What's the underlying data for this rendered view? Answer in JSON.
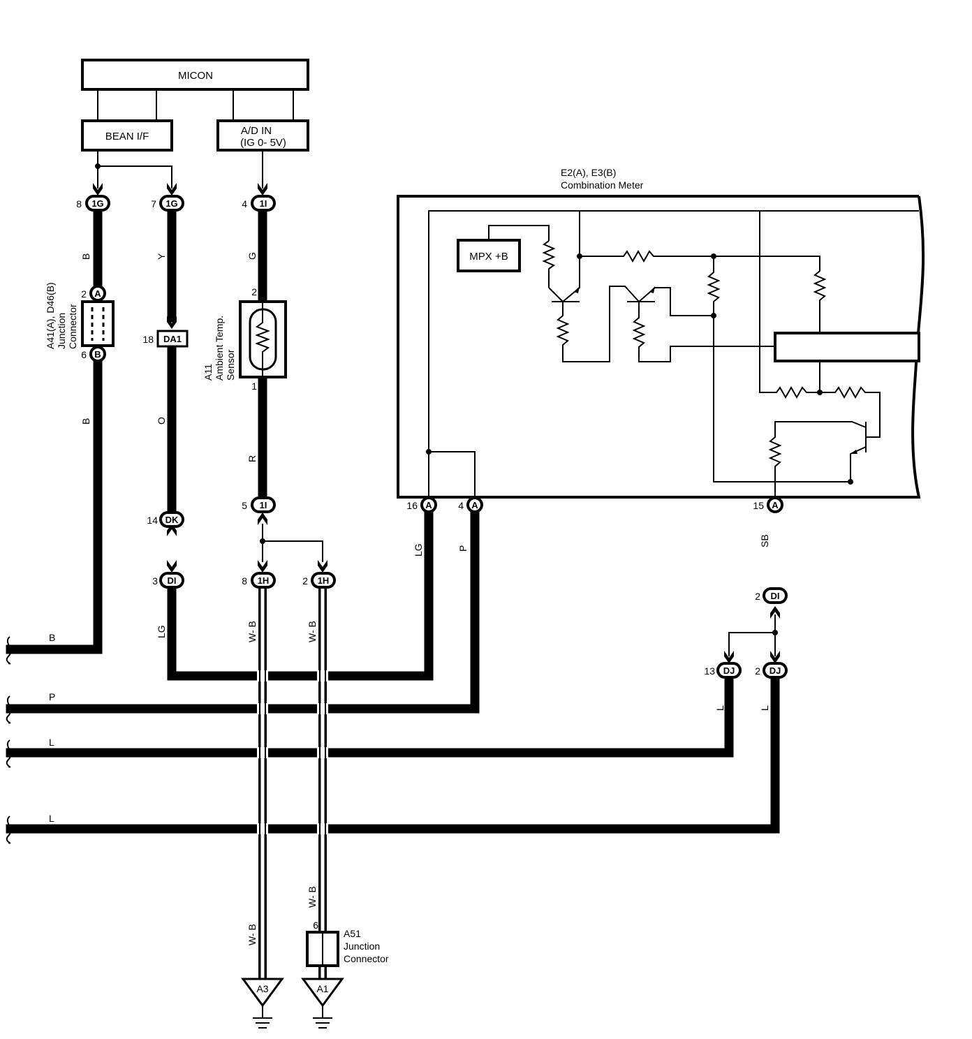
{
  "blocks": {
    "micon": "MICON",
    "bean_if": "BEAN I/F",
    "ad_in_line1": "A/D IN",
    "ad_in_line2": "(IG 0- 5V)",
    "mpx": "MPX +B"
  },
  "meter": {
    "title_line1": "E2(A), E3(B)",
    "title_line2": "Combination Meter"
  },
  "sensor": {
    "line1": "A11",
    "line2": "Ambient Temp.",
    "line3": "Sensor",
    "pin_top": "2",
    "pin_bottom": "1"
  },
  "junction_a41": {
    "line1": "A41(A), D46(B)",
    "line2": "Junction",
    "line3": "Connector"
  },
  "junction_a51": {
    "line1": "A51",
    "line2": "Junction",
    "line3": "Connector",
    "pin": "6"
  },
  "connectors": [
    {
      "pin": "8",
      "id": "1G"
    },
    {
      "pin": "7",
      "id": "1G"
    },
    {
      "pin": "4",
      "id": "1I"
    },
    {
      "pin": "2",
      "id": "A"
    },
    {
      "pin": "6",
      "id": "B"
    },
    {
      "pin": "18",
      "id": "DA1"
    },
    {
      "pin": "5",
      "id": "1I"
    },
    {
      "pin": "14",
      "id": "DK"
    },
    {
      "pin": "3",
      "id": "DI"
    },
    {
      "pin": "8",
      "id": "1H"
    },
    {
      "pin": "2",
      "id": "1H"
    },
    {
      "pin": "16",
      "id": "A"
    },
    {
      "pin": "4",
      "id": "A"
    },
    {
      "pin": "15",
      "id": "A"
    },
    {
      "pin": "2",
      "id": "DI"
    },
    {
      "pin": "13",
      "id": "DJ"
    },
    {
      "pin": "2",
      "id": "DJ"
    }
  ],
  "wire_colors": {
    "b_top": "B",
    "b_mid": "B",
    "y": "Y",
    "o": "O",
    "g": "G",
    "r": "R",
    "lg_left": "LG",
    "wb_1": "W- B",
    "wb_2": "W- B",
    "wb_3": "W- B",
    "wb_4": "W- B",
    "lg_meter": "LG",
    "p_meter": "P",
    "sb": "SB",
    "l_13": "L",
    "l_2": "L",
    "left_b": "B",
    "left_p": "P",
    "left_l1": "L",
    "left_l2": "L"
  },
  "grounds": {
    "a3": "A3",
    "a1": "A1"
  }
}
